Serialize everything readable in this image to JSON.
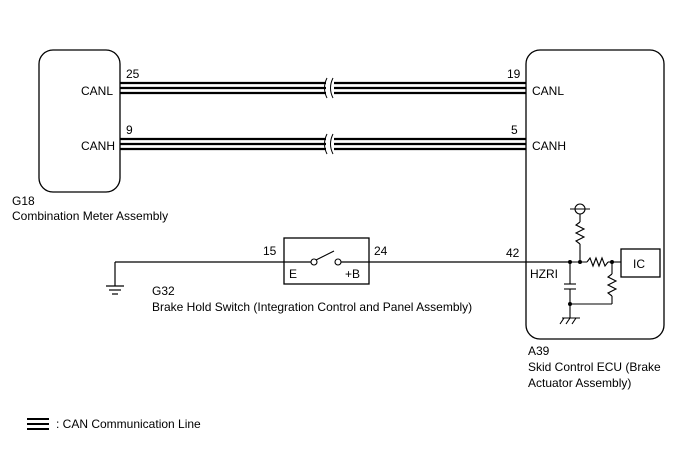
{
  "components": {
    "meter": {
      "connector": "G18",
      "name": "Combination Meter Assembly",
      "pin_canl_label": "CANL",
      "pin_canh_label": "CANH"
    },
    "ecu": {
      "connector": "A39",
      "name_line1": "Skid Control ECU (Brake",
      "name_line2": "Actuator Assembly)",
      "pin_canl_label": "CANL",
      "pin_canh_label": "CANH",
      "hzri_label": "HZRI",
      "ic_label": "IC"
    },
    "switch": {
      "connector": "G32",
      "name": "Brake Hold Switch (Integration Control and Panel Assembly)",
      "terminal_e": "E",
      "terminal_b": "+B"
    }
  },
  "pins": {
    "meter_canl": "25",
    "meter_canh": "9",
    "ecu_canl": "19",
    "ecu_canh": "5",
    "switch_e": "15",
    "switch_b": "24",
    "ecu_hzri": "42"
  },
  "legend": {
    "text": ": CAN Communication Line"
  }
}
